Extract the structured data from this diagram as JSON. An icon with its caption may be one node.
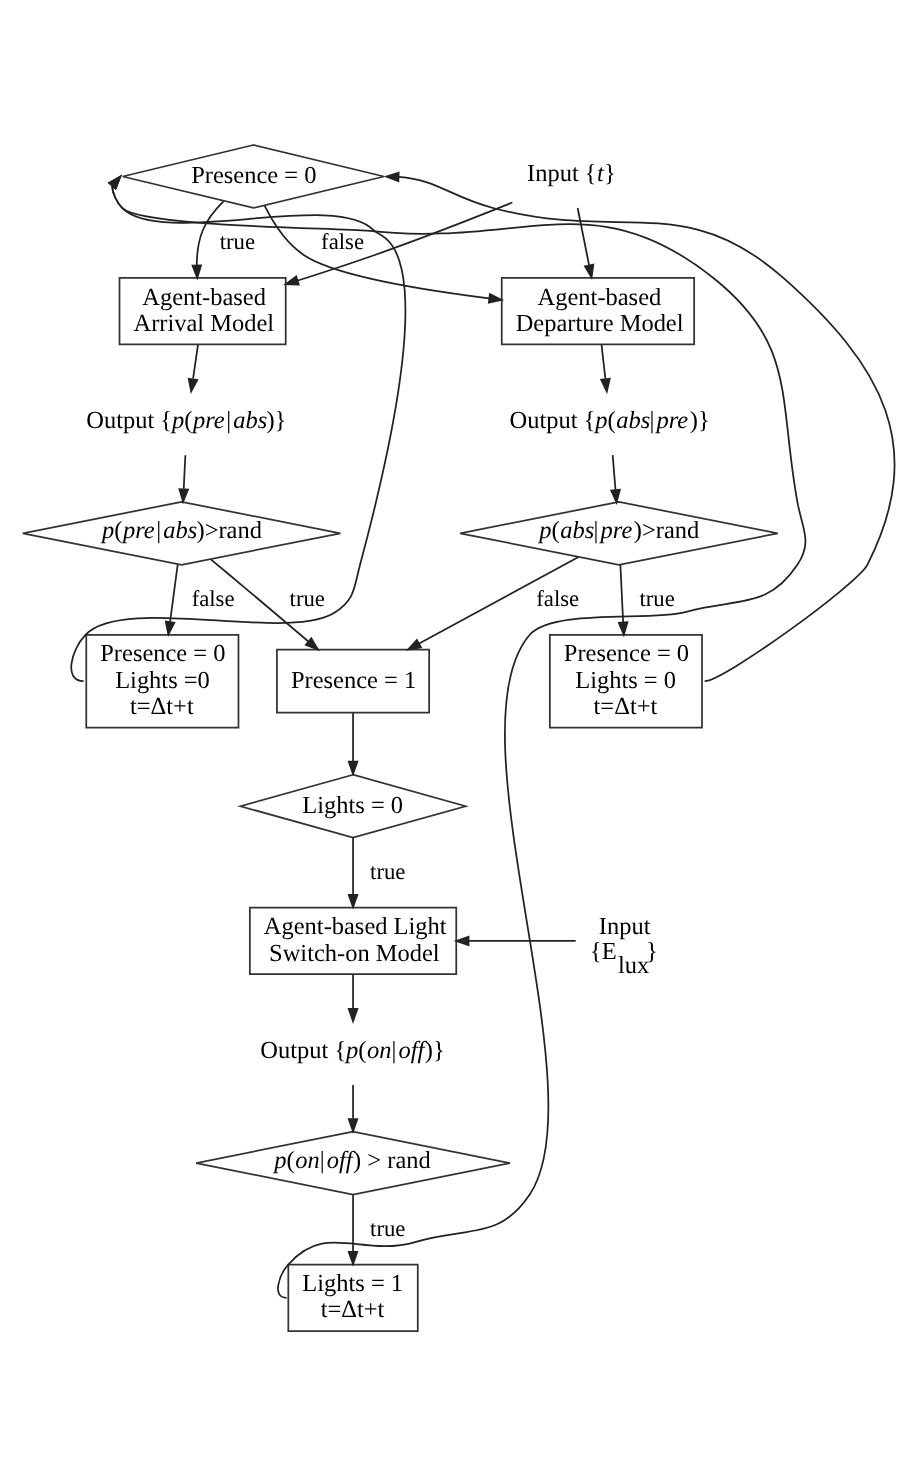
{
  "diagram": {
    "nodes": [
      {
        "text": [
          "Presence = 0"
        ]
      },
      {
        "text": [
          "Input {*t*}"
        ]
      },
      {
        "text": [
          "Agent-based Arrival Model"
        ]
      },
      {
        "text": [
          "Agent-based Departure Model"
        ]
      },
      {
        "text": [
          "Output {*p*(*pre*|*abs*)}"
        ]
      },
      {
        "text": [
          "Output {*p*(*abs*|*pre*)}"
        ]
      },
      {
        "text": [
          "*p*(*pre*|*abs*)>rand"
        ]
      },
      {
        "text": [
          "*p*(*abs*|*pre*)>rand"
        ]
      },
      {
        "text": [
          "Presence = 0 Lights =0 t=Δt+t"
        ]
      },
      {
        "text": [
          "Presence = 1"
        ]
      },
      {
        "text": [
          "Presence = 0 Lights = 0 t=Δt+t"
        ]
      },
      {
        "text": [
          "Lights = 0"
        ]
      },
      {
        "text": [
          "Agent-based Light Switch-on Model"
        ]
      },
      {
        "text": [
          "Input {E$_{lux}$}"
        ]
      },
      {
        "text": [
          "Output {*p*(*on*|*off*)}"
        ]
      },
      {
        "text": [
          "*p*(*on*|*off*) > rand"
        ]
      },
      {
        "text": [
          "Lights = 1 t=Δt+t"
        ]
      }
    ],
    "edges": [
      {
        "from": 0,
        "to": 2,
        "arrow": "to",
        "label": "true"
      },
      {
        "from": 0,
        "to": 3,
        "arrow": "to",
        "label": "false"
      },
      {
        "from": 1,
        "to": 2,
        "arrow": "to"
      },
      {
        "from": 1,
        "to": 3,
        "arrow": "to"
      },
      {
        "from": 2,
        "to": 4,
        "arrow": "to"
      },
      {
        "from": 4,
        "to": 6,
        "arrow": "to"
      },
      {
        "from": 3,
        "to": 5,
        "arrow": "to"
      },
      {
        "from": 5,
        "to": 7,
        "arrow": "to"
      },
      {
        "from": 6,
        "to": 8,
        "arrow": "to",
        "label": "false"
      },
      {
        "from": 6,
        "to": 9,
        "arrow": "to",
        "label": "true"
      },
      {
        "from": 7,
        "to": 9,
        "arrow": "to",
        "label": "false"
      },
      {
        "from": 7,
        "to": 10,
        "arrow": "to",
        "label": "true"
      },
      {
        "from": 9,
        "to": 11,
        "arrow": "to"
      },
      {
        "from": 11,
        "to": 12,
        "arrow": "to",
        "label": "true"
      },
      {
        "from": 13,
        "to": 12,
        "arrow": "to"
      },
      {
        "from": 12,
        "to": 14,
        "arrow": "to"
      },
      {
        "from": 14,
        "to": 15,
        "arrow": "to"
      },
      {
        "from": 15,
        "to": 16,
        "arrow": "to",
        "label": "true"
      },
      {
        "from": 16,
        "to": 0,
        "arrow": "to"
      },
      {
        "from": 8,
        "to": 0,
        "arrow": "to"
      },
      {
        "from": 10,
        "to": 0,
        "arrow": "to"
      }
    ]
  }
}
